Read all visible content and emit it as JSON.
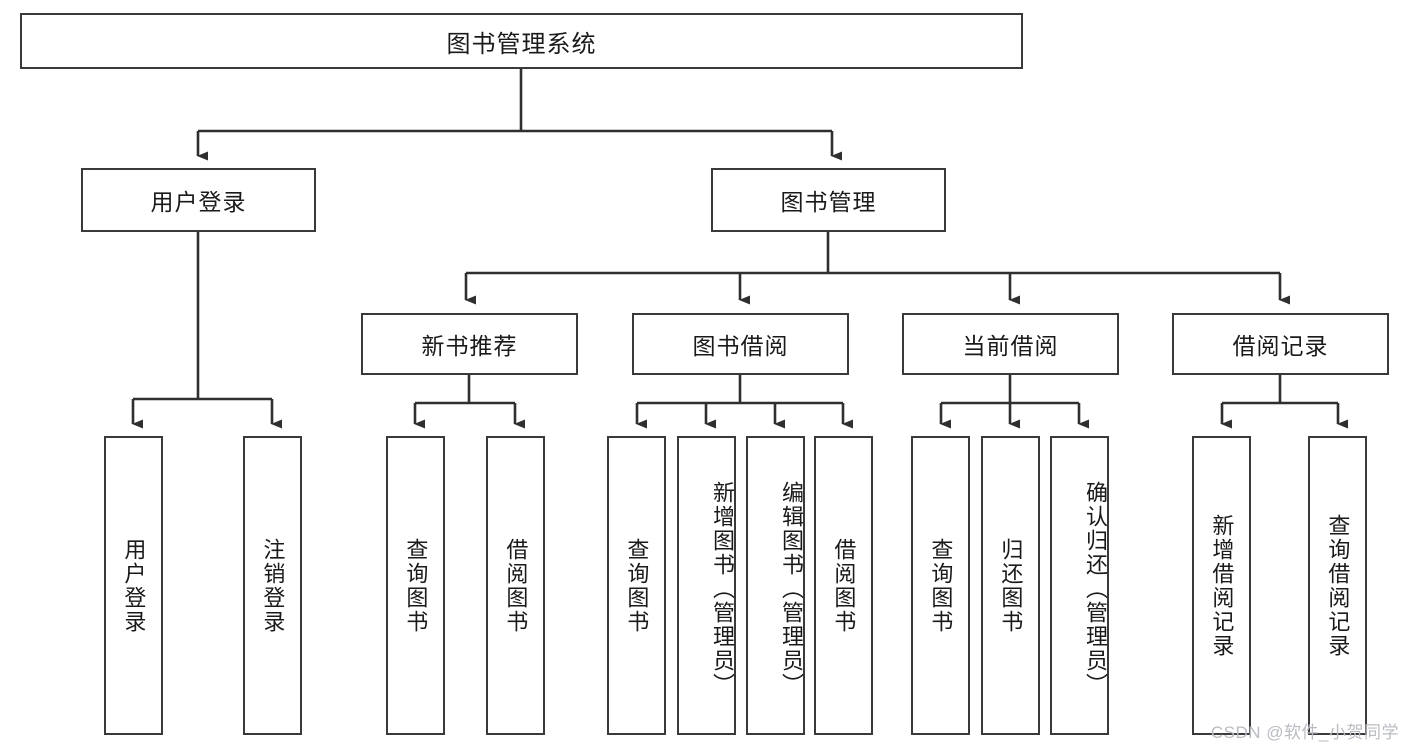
{
  "diagram": {
    "title": "图书管理系统",
    "type": "tree-hierarchy-chart",
    "colors": {
      "box_border": "#3a3a3a",
      "box_fill": "#ffffff",
      "line": "#2f2f2f",
      "watermark": "#b9bcc2"
    },
    "root": {
      "label": "图书管理系统"
    },
    "level2": [
      {
        "label": "用户登录"
      },
      {
        "label": "图书管理"
      }
    ],
    "level3": [
      {
        "label": "新书推荐"
      },
      {
        "label": "图书借阅"
      },
      {
        "label": "当前借阅"
      },
      {
        "label": "借阅记录"
      }
    ],
    "leaves": {
      "user_login": [
        {
          "label": "用户登录"
        },
        {
          "label": "注销登录"
        }
      ],
      "new_book_recommend": [
        {
          "label": "查询图书"
        },
        {
          "label": "借阅图书"
        }
      ],
      "book_borrow": [
        {
          "label": "查询图书"
        },
        {
          "label": "新增图书（管理员）"
        },
        {
          "label": "编辑图书（管理员）"
        },
        {
          "label": "借阅图书"
        }
      ],
      "current_borrow": [
        {
          "label": "查询图书"
        },
        {
          "label": "归还图书"
        },
        {
          "label": "确认归还（管理员）"
        }
      ],
      "borrow_record": [
        {
          "label": "新增借阅记录"
        },
        {
          "label": "查询借阅记录"
        }
      ]
    }
  },
  "watermark": {
    "text": "CSDN @软件_小贺同学"
  }
}
